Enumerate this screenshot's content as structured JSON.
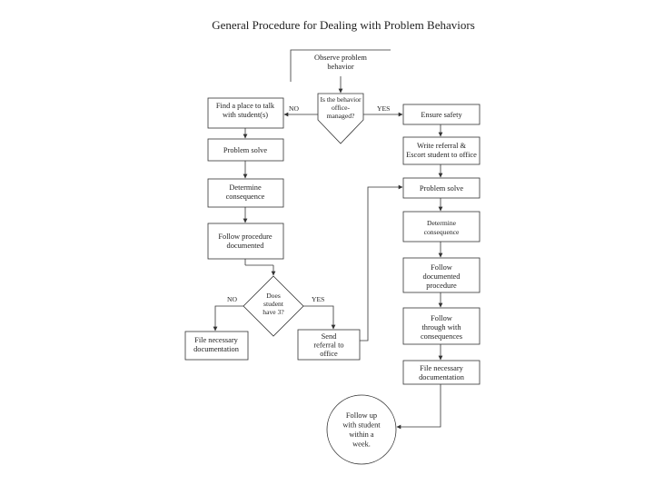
{
  "title": "General Procedure  for Dealing with Problem Behaviors",
  "nodes": {
    "observe": [
      "Observe problem",
      "behavior"
    ],
    "decision_office": [
      "Is the behavior",
      "office-",
      "managed?"
    ],
    "find_place": [
      "Find a place to talk",
      "with student(s)"
    ],
    "problem_solve_left": [
      "Problem solve"
    ],
    "determine_left": [
      "Determine",
      "consequence"
    ],
    "follow_procedure_left": [
      "Follow procedure",
      "documented"
    ],
    "decision_3": [
      "Does",
      "student",
      "have 3?"
    ],
    "file_left": [
      "File necessary",
      "documentation"
    ],
    "send_referral": [
      "Send",
      "referral to",
      "office"
    ],
    "ensure_safety": [
      "Ensure safety"
    ],
    "write_referral": [
      "Write referral &",
      "Escort student to office"
    ],
    "problem_solve_right": [
      "Problem solve"
    ],
    "determine_right": [
      "Determine",
      "consequence"
    ],
    "follow_documented_right": [
      "Follow",
      "documented",
      "procedure"
    ],
    "follow_through": [
      "Follow",
      "through with",
      "consequences"
    ],
    "file_right": [
      "File necessary",
      "documentation"
    ],
    "follow_up": [
      "Follow up",
      "with student",
      "within a",
      "week."
    ]
  },
  "labels": {
    "no_top": "NO",
    "yes_top": "YES",
    "no_bottom": "NO",
    "yes_bottom": "YES"
  }
}
